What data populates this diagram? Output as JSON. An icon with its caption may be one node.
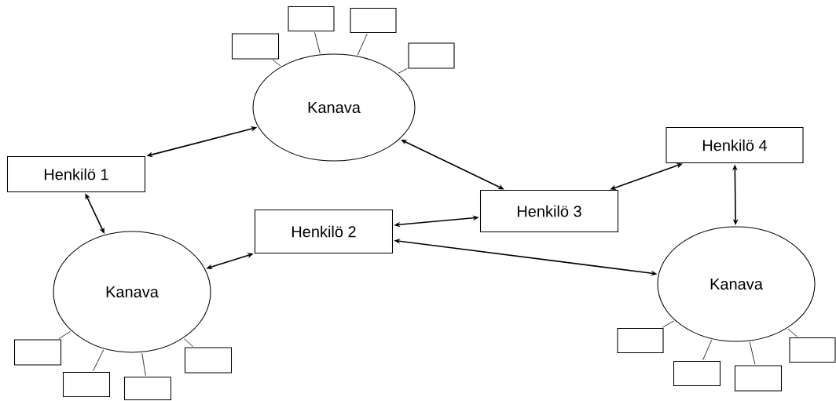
{
  "diagram": {
    "nodes": [
      {
        "text": [
          "Kanava"
        ]
      },
      {
        "text": [
          "Henkilö 1"
        ]
      },
      {
        "text": [
          "Henkilö 2"
        ]
      },
      {
        "text": [
          "Henkilö 3"
        ]
      },
      {
        "text": [
          "Henkilö 4"
        ]
      },
      {
        "text": [
          "Kanava"
        ]
      },
      {
        "text": [
          "Kanava"
        ]
      },
      {
        "text": [],
        "shape": "box"
      },
      {
        "text": [],
        "shape": "box"
      },
      {
        "text": [],
        "shape": "box"
      },
      {
        "text": [],
        "shape": "box"
      },
      {
        "text": [],
        "shape": "box"
      },
      {
        "text": [],
        "shape": "box"
      },
      {
        "text": [],
        "shape": "box"
      },
      {
        "text": [],
        "shape": "box"
      },
      {
        "text": [],
        "shape": "box"
      },
      {
        "text": [],
        "shape": "box"
      },
      {
        "text": [],
        "shape": "box"
      },
      {
        "text": [],
        "shape": "box"
      }
    ],
    "edges": [
      {
        "from": 1,
        "to": 0,
        "arrow": "both"
      },
      {
        "from": 0,
        "to": 3,
        "arrow": "both"
      },
      {
        "from": 1,
        "to": 5,
        "arrow": "both"
      },
      {
        "from": 5,
        "to": 2,
        "arrow": "both"
      },
      {
        "from": 2,
        "to": 3,
        "arrow": "both"
      },
      {
        "from": 2,
        "to": 6,
        "arrow": "both"
      },
      {
        "from": 3,
        "to": 4,
        "arrow": "both"
      },
      {
        "from": 4,
        "to": 6,
        "arrow": "both"
      },
      {
        "from": 0,
        "to": 7,
        "arrow": "none"
      },
      {
        "from": 0,
        "to": 8,
        "arrow": "none"
      },
      {
        "from": 0,
        "to": 9,
        "arrow": "none"
      },
      {
        "from": 0,
        "to": 10,
        "arrow": "none"
      },
      {
        "from": 5,
        "to": 11,
        "arrow": "none"
      },
      {
        "from": 5,
        "to": 12,
        "arrow": "none"
      },
      {
        "from": 5,
        "to": 13,
        "arrow": "none"
      },
      {
        "from": 5,
        "to": 14,
        "arrow": "none"
      },
      {
        "from": 6,
        "to": 15,
        "arrow": "none"
      },
      {
        "from": 6,
        "to": 16,
        "arrow": "none"
      },
      {
        "from": 6,
        "to": 17,
        "arrow": "none"
      },
      {
        "from": 6,
        "to": 18,
        "arrow": "none"
      }
    ]
  }
}
